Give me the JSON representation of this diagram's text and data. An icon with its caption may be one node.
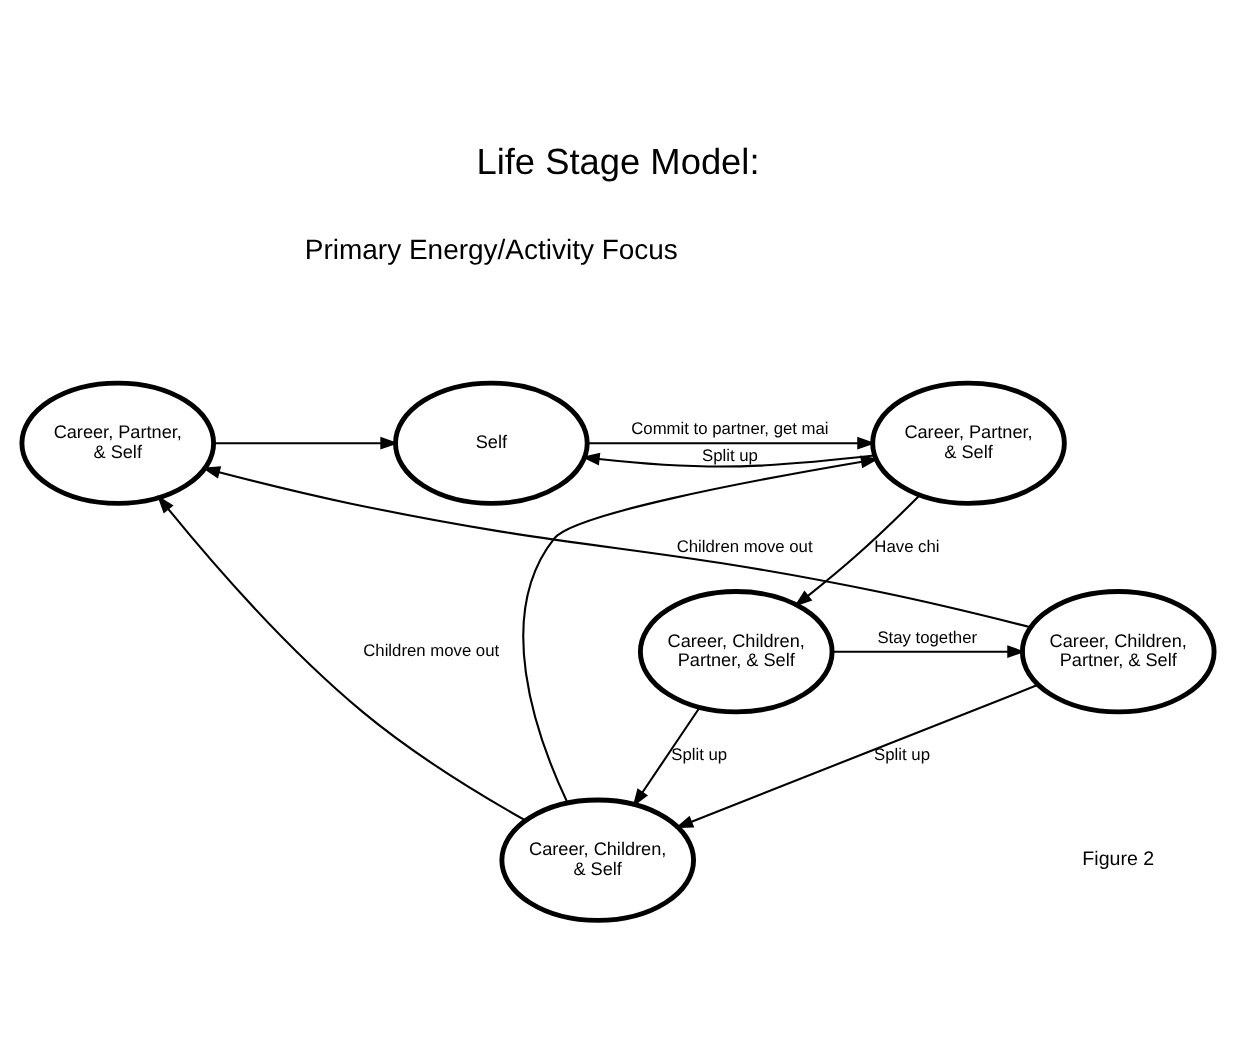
{
  "diagram": {
    "title": "Life Stage Model:",
    "caption": "Figure 2",
    "nodes": [
      {
        "text": [
          "Self"
        ]
      },
      {
        "text": [
          "Career, Partner, & Self"
        ]
      },
      {
        "text": [
          "Career, Partner, & Self"
        ]
      },
      {
        "text": [
          "Career, Children, & Self"
        ]
      },
      {
        "text": [
          "Career, Children, Partner, & Self"
        ]
      },
      {
        "text": [
          "Career, Children, Partner, & Self"
        ]
      }
    ],
    "edges": [
      {
        "from": 1,
        "to": 0,
        "arrow": "to"
      },
      {
        "from": 0,
        "to": 2,
        "arrow": "to",
        "label": "Commit to partner, get mai"
      },
      {
        "from": 2,
        "to": 0,
        "arrow": "to",
        "label": "Split up"
      },
      {
        "from": 3,
        "to": 1,
        "arrow": "to",
        "label": "Children move out"
      },
      {
        "from": 3,
        "to": 2,
        "arrow": "to"
      },
      {
        "from": 4,
        "to": 1,
        "arrow": "to",
        "label": "Children move out"
      },
      {
        "from": 4,
        "to": 3,
        "arrow": "to",
        "label": "Split up"
      },
      {
        "from": 5,
        "to": 3,
        "arrow": "to",
        "label": "Split up"
      },
      {
        "from": 2,
        "to": 5,
        "arrow": "to",
        "label": "Have chi"
      },
      {
        "from": 5,
        "to": 4,
        "arrow": "to",
        "label": "Stay together"
      }
    ],
    "labels": [
      "Primary Energy/Activity Focus"
    ]
  }
}
